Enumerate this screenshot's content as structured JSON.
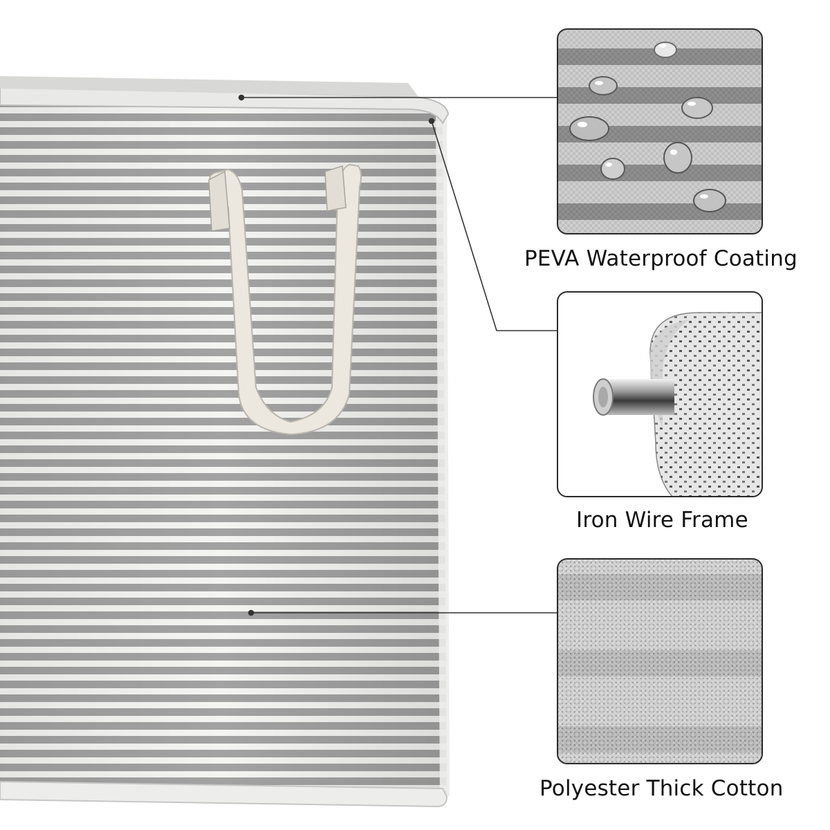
{
  "features": [
    {
      "label": "PEVA Waterproof Coating",
      "icon": "water-droplets-closeup"
    },
    {
      "label": "Iron Wire Frame",
      "icon": "iron-rod-in-fabric-sleeve"
    },
    {
      "label": "Polyester Thick Cotton",
      "icon": "woven-fabric-closeup"
    }
  ],
  "colors": {
    "stripe_gray": "#9c9c9c",
    "stripe_white": "#f4f4f2",
    "handle": "#ece8e0",
    "callout_line": "#333333",
    "panel_border": "#2a2a2a"
  }
}
